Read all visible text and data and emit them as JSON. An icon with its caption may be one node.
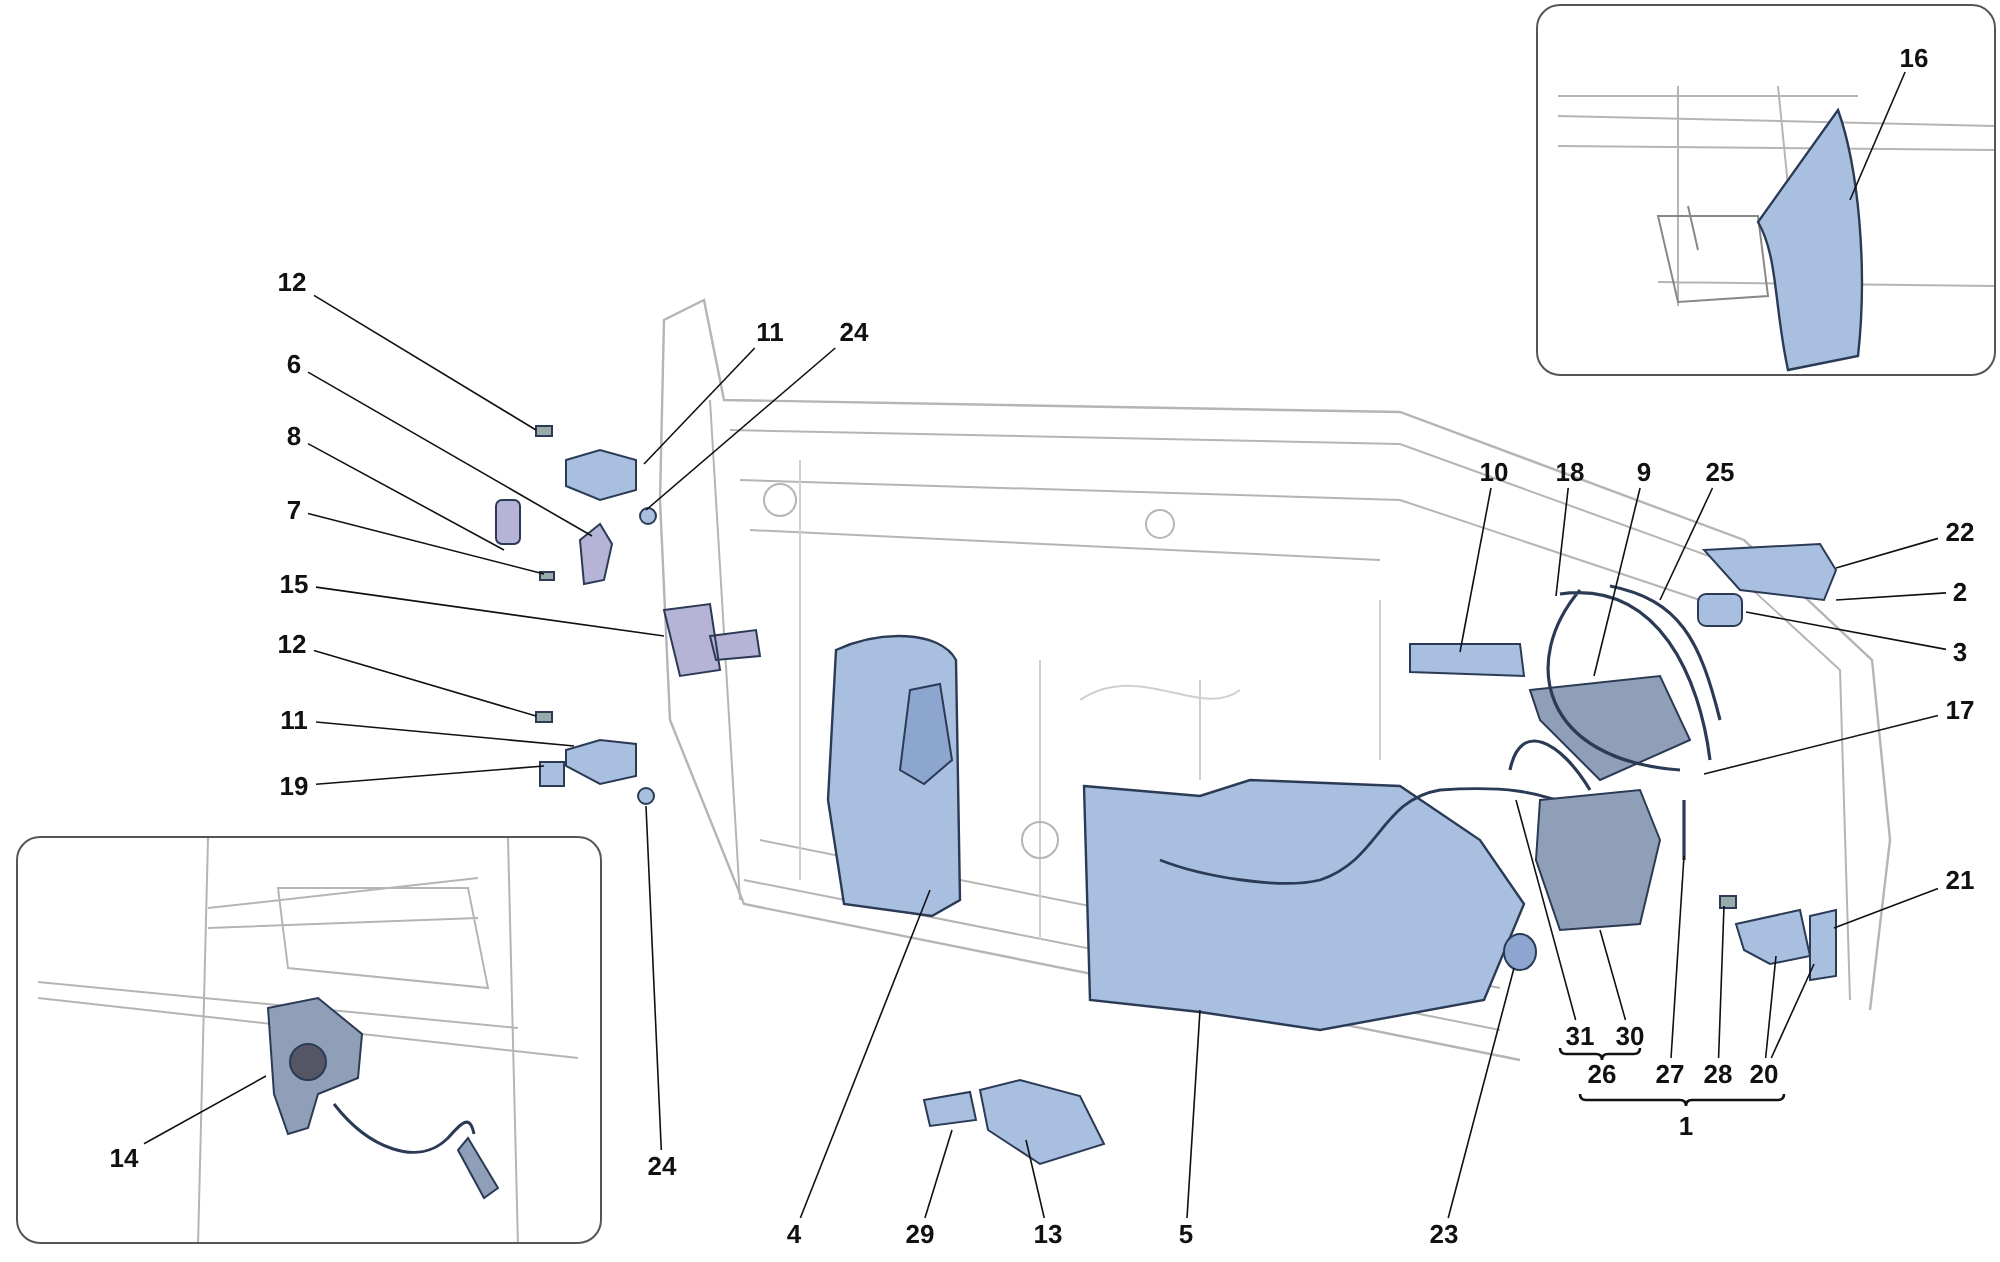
{
  "diagram": {
    "nodes": [
      {
        "text": [],
        "shape": "picture"
      },
      {
        "text": [
          "16"
        ],
        "in": 0
      },
      {
        "text": [
          "12"
        ]
      },
      {
        "text": [
          "11"
        ]
      },
      {
        "text": [
          "24"
        ]
      },
      {
        "text": [
          "6"
        ]
      },
      {
        "text": [
          "8"
        ]
      },
      {
        "text": [
          "7"
        ]
      },
      {
        "text": [
          "10"
        ]
      },
      {
        "text": [
          "18"
        ]
      },
      {
        "text": [
          "9"
        ]
      },
      {
        "text": [
          "25"
        ]
      },
      {
        "text": [
          "22"
        ]
      },
      {
        "text": [
          "15"
        ]
      },
      {
        "text": [
          "2"
        ]
      },
      {
        "text": [
          "12"
        ]
      },
      {
        "text": [
          "3"
        ]
      },
      {
        "text": [
          "17"
        ]
      },
      {
        "text": [
          "11"
        ]
      },
      {
        "text": [
          "19"
        ]
      },
      {
        "text": [],
        "shape": "picture"
      },
      {
        "text": [
          "14"
        ],
        "in": 20
      },
      {
        "text": [
          "21"
        ]
      },
      {
        "text": [
          "31"
        ]
      },
      {
        "text": [
          "30"
        ]
      },
      {
        "text": [
          "27"
        ]
      },
      {
        "text": [
          "28"
        ]
      },
      {
        "text": [
          "20"
        ]
      },
      {
        "text": [
          "24"
        ]
      },
      {
        "text": [
          "4"
        ]
      },
      {
        "text": [
          "29"
        ]
      },
      {
        "text": [
          "13"
        ]
      },
      {
        "text": [
          "5"
        ]
      },
      {
        "text": [
          "23"
        ]
      }
    ],
    "edges": [
      {
        "from": 1,
        "to": null,
        "arrow": "none"
      },
      {
        "from": 2,
        "to": null,
        "arrow": "none"
      },
      {
        "from": 3,
        "to": null,
        "arrow": "none"
      },
      {
        "from": 4,
        "to": null,
        "arrow": "none"
      },
      {
        "from": 5,
        "to": null,
        "arrow": "none"
      },
      {
        "from": 6,
        "to": null,
        "arrow": "none"
      },
      {
        "from": 7,
        "to": null,
        "arrow": "none"
      },
      {
        "from": 8,
        "to": null,
        "arrow": "none"
      },
      {
        "from": 9,
        "to": null,
        "arrow": "none"
      },
      {
        "from": 10,
        "to": null,
        "arrow": "none"
      },
      {
        "from": 11,
        "to": null,
        "arrow": "none"
      },
      {
        "from": 12,
        "to": null,
        "arrow": "none"
      },
      {
        "from": 13,
        "to": null,
        "arrow": "none"
      },
      {
        "from": 14,
        "to": null,
        "arrow": "none"
      },
      {
        "from": 15,
        "to": null,
        "arrow": "none"
      },
      {
        "from": 16,
        "to": null,
        "arrow": "none"
      },
      {
        "from": 17,
        "to": null,
        "arrow": "none"
      },
      {
        "from": 18,
        "to": null,
        "arrow": "none"
      },
      {
        "from": 19,
        "to": null,
        "arrow": "none"
      },
      {
        "from": 21,
        "to": null,
        "arrow": "none"
      },
      {
        "from": 22,
        "to": null,
        "arrow": "none"
      },
      {
        "from": 23,
        "to": null,
        "arrow": "none"
      },
      {
        "from": 24,
        "to": null,
        "arrow": "none"
      },
      {
        "from": 25,
        "to": null,
        "arrow": "none"
      },
      {
        "from": 26,
        "to": null,
        "arrow": "none"
      },
      {
        "from": 27,
        "to": null,
        "arrow": "none"
      },
      {
        "from": 27,
        "to": null,
        "arrow": "none"
      },
      {
        "from": 28,
        "to": null,
        "arrow": "none"
      },
      {
        "from": 29,
        "to": null,
        "arrow": "none"
      },
      {
        "from": 30,
        "to": null,
        "arrow": "none"
      },
      {
        "from": 31,
        "to": null,
        "arrow": "none"
      },
      {
        "from": 32,
        "to": null,
        "arrow": "none"
      },
      {
        "from": 33,
        "to": null,
        "arrow": "none"
      }
    ],
    "labels": [
      "26",
      "1"
    ]
  }
}
